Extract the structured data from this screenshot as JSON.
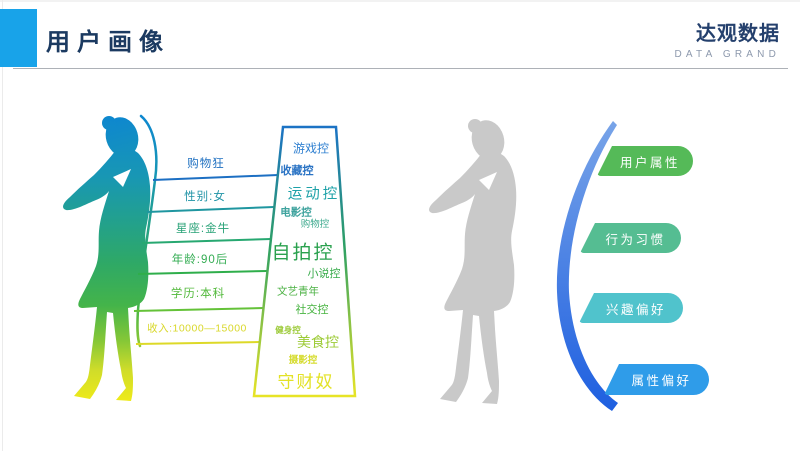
{
  "header": {
    "title": "用户画像",
    "brand": {
      "name_cn": "达观数据",
      "name_en": "DATA GRAND"
    }
  },
  "persona_ladder": {
    "rows": [
      "购物狂",
      "性别:女",
      "星座:金牛",
      "年龄:90后",
      "学历:本科",
      "收入:10000—15000"
    ]
  },
  "tag_cloud": {
    "tags": [
      "游戏控",
      "收藏控",
      "运动控",
      "电影控",
      "购物控",
      "自拍控",
      "小说控",
      "文艺青年",
      "社交控",
      "健身控",
      "美食控",
      "摄影控",
      "守财奴"
    ]
  },
  "categories": {
    "items": [
      "用户属性",
      "行为习惯",
      "兴趣偏好",
      "属性偏好"
    ]
  },
  "colors": {
    "accent": "#18a3e9",
    "title": "#1b3a61",
    "brand_subtitle": "#8d99ad",
    "silhouette_gradient": [
      "#0d86d1",
      "#23a18b",
      "#44b44a",
      "#f2ec17"
    ],
    "silhouette_gray": "#c9c9c9",
    "category_pills": [
      "#55ba58",
      "#55bd92",
      "#50c3cc",
      "#2f9ce9"
    ],
    "arc_blue": "#1e5fe0"
  }
}
